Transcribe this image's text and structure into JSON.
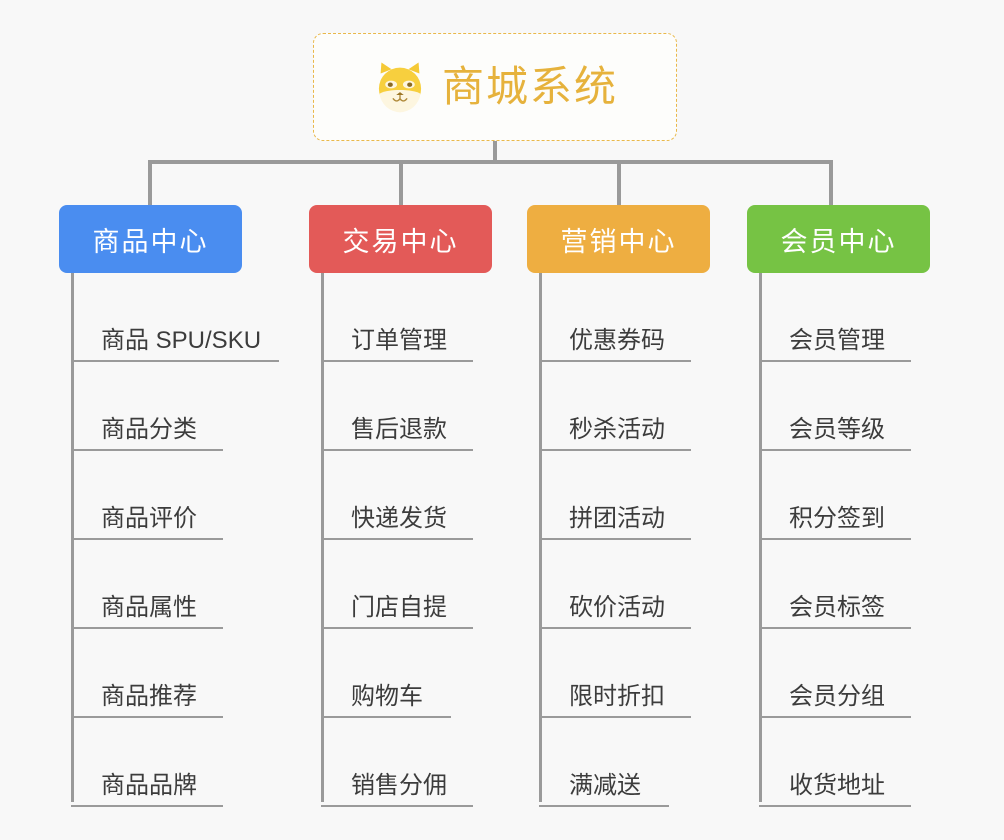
{
  "root": {
    "title": "商城系统",
    "icon": "shiba-dog-face-icon",
    "title_color": "#e6b23c",
    "border_color": "#e9b84a",
    "background": "#fdfdfb"
  },
  "canvas": {
    "background": "#f8f8f8",
    "connector_color": "#9a9a9a"
  },
  "columns": [
    {
      "name": "product-center",
      "label": "商品中心",
      "color": "#4a8df0",
      "items": [
        "商品 SPU/SKU",
        "商品分类",
        "商品评价",
        "商品属性",
        "商品推荐",
        "商品品牌"
      ]
    },
    {
      "name": "trade-center",
      "label": "交易中心",
      "color": "#e35a58",
      "items": [
        "订单管理",
        "售后退款",
        "快递发货",
        "门店自提",
        "购物车",
        "销售分佣"
      ]
    },
    {
      "name": "marketing-center",
      "label": "营销中心",
      "color": "#eeae41",
      "items": [
        "优惠券码",
        "秒杀活动",
        "拼团活动",
        "砍价活动",
        "限时折扣",
        "满减送"
      ]
    },
    {
      "name": "member-center",
      "label": "会员中心",
      "color": "#76c344",
      "items": [
        "会员管理",
        "会员等级",
        "积分签到",
        "会员标签",
        "会员分组",
        "收货地址"
      ]
    }
  ]
}
